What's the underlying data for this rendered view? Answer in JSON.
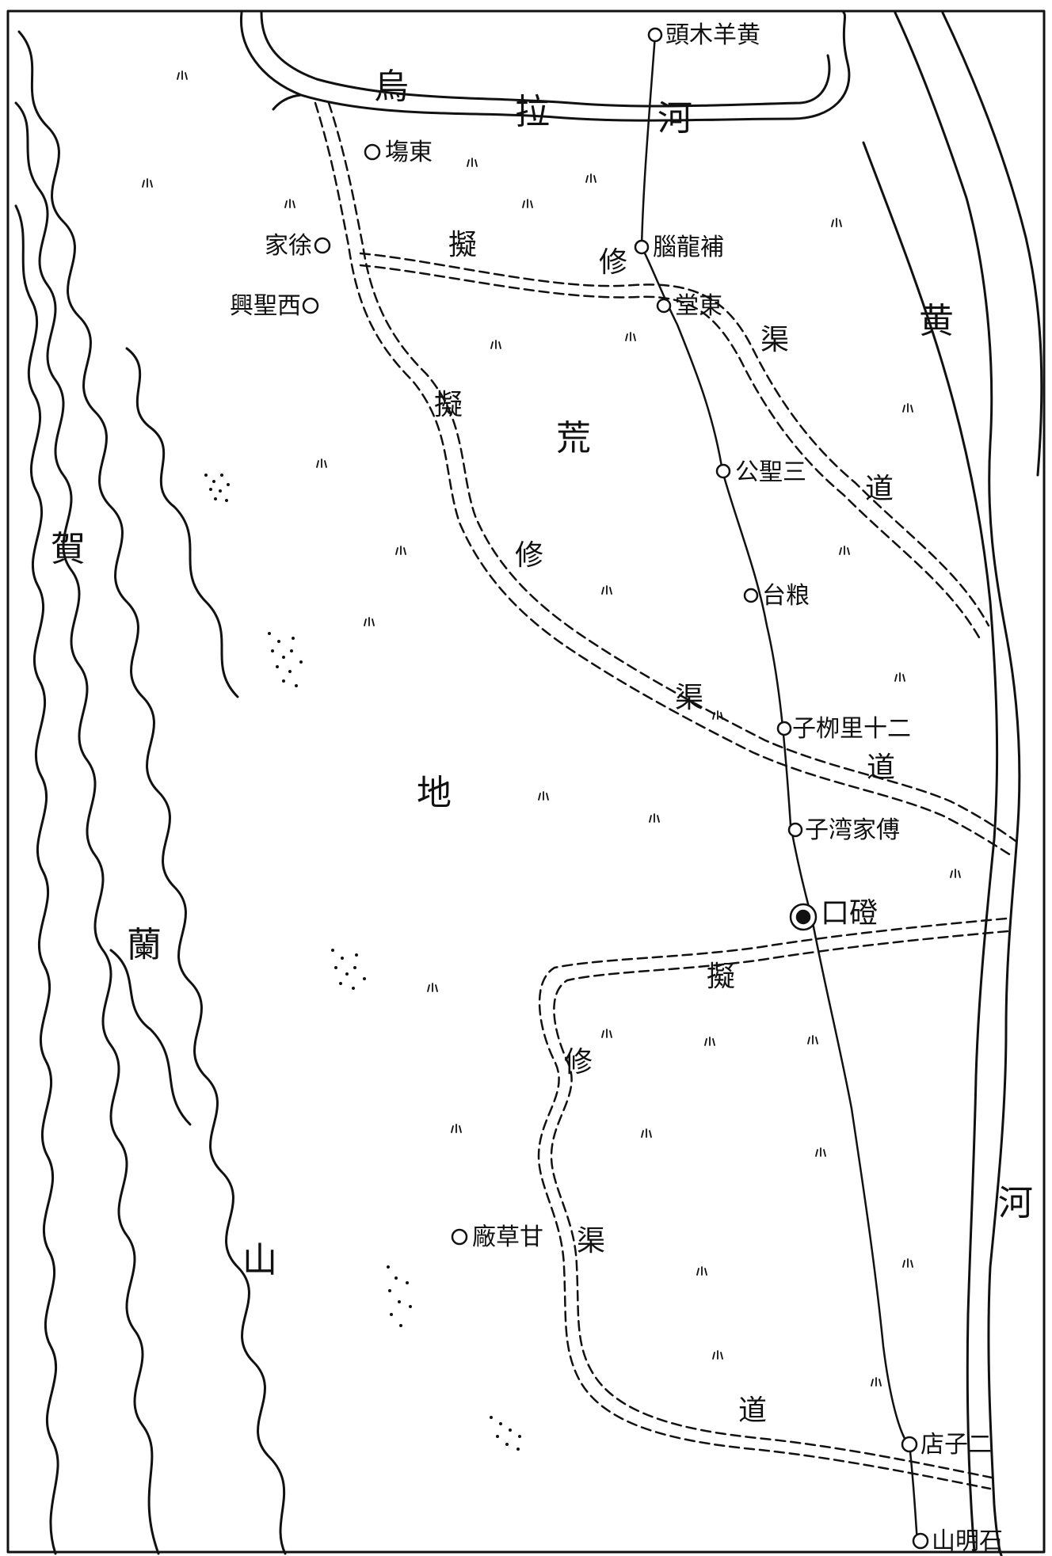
{
  "colors": {
    "ink": "#111111",
    "paper": "#ffffff"
  },
  "rivers": {
    "wula": [
      "烏",
      "拉",
      "河"
    ],
    "huang": [
      "黄",
      "河"
    ]
  },
  "mountains": [
    "賀",
    "蘭",
    "山"
  ],
  "plain": [
    "荒",
    "地"
  ],
  "canal_words": {
    "north": [
      "擬",
      "修",
      "渠",
      "道"
    ],
    "middle": [
      "擬",
      "修",
      "渠",
      "道"
    ],
    "south": [
      "擬",
      "修",
      "渠",
      "道"
    ]
  },
  "towns": {
    "huangyangmutou": "頭木羊黄",
    "dongchang": "塲東",
    "xujia": "家徐",
    "xishengxing": "興聖西",
    "bulongnao": "腦龍補",
    "dongtang": "堂東",
    "sansheng": "公聖三",
    "liangtai": "台粮",
    "ershilizi": "子栁里十二",
    "fujiawan": "子湾家傅",
    "dengkou": "口磴",
    "gancaochang": "廠草甘",
    "erzidian": "店子二",
    "shimingshan": "山明石"
  }
}
